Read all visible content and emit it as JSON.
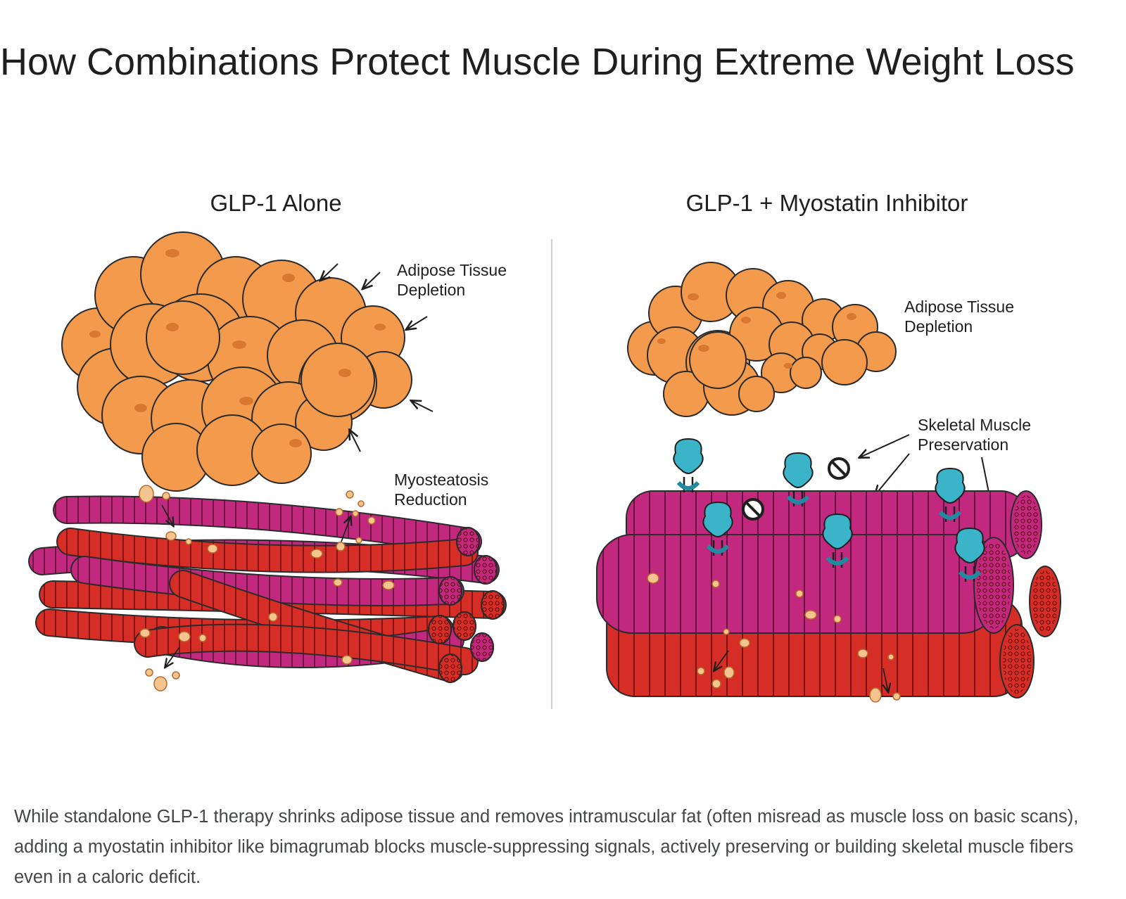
{
  "page": {
    "title": "How Combinations Protect Muscle During Extreme Weight Loss",
    "caption": "While standalone GLP-1 therapy shrinks adipose tissue and removes intramuscular fat (often misread as muscle loss on basic scans), adding a myostatin inhibitor like bimagrumab blocks muscle-suppressing signals, actively preserving or building skeletal muscle fibers even in a caloric deficit."
  },
  "diagram": {
    "left_panel": {
      "heading": "GLP-1 Alone",
      "adipose_label": [
        "Adipose Tissue",
        "Depletion"
      ],
      "muscle_label": [
        "Myosteatosis",
        "Reduction"
      ]
    },
    "right_panel": {
      "heading": "GLP-1 + Myostatin Inhibitor",
      "adipose_label": [
        "Adipose Tissue",
        "Depletion"
      ],
      "muscle_label": [
        "Skeletal Muscle",
        "Preservation"
      ]
    },
    "icons": [
      "receptor-icon",
      "blocked-signal-icon",
      "fat-droplet-icon",
      "arrow-icon"
    ]
  },
  "colors": {
    "fat": "#f39a4c",
    "fat_dark": "#d9782f",
    "fat_droplet": "#f6c48f",
    "muscle_magenta": "#c2287e",
    "muscle_red": "#d62d27",
    "receptor": "#3bb3c8",
    "outline": "#2b2b2b",
    "divider": "#cfcfcf"
  }
}
